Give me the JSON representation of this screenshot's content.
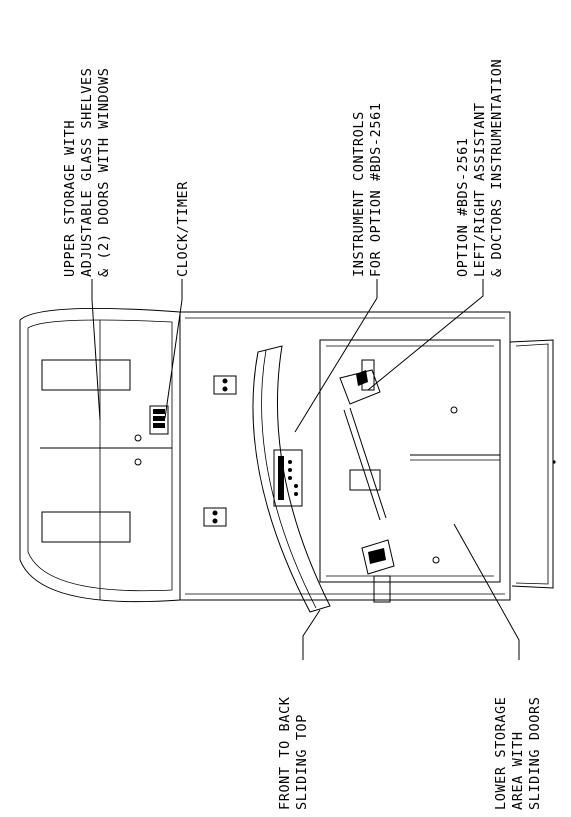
{
  "callouts": {
    "upper_storage": [
      "UPPER STORAGE WITH",
      "ADJUSTABLE GLASS SHELVES",
      "& (2) DOORS WITH WINDOWS"
    ],
    "clock_timer": [
      "CLOCK/TIMER"
    ],
    "instrument_controls": [
      "INSTRUMENT CONTROLS",
      "FOR OPTION #BDS-2561"
    ],
    "option_bds": [
      "OPTION #BDS-2561",
      "LEFT/RIGHT ASSISTANT",
      "& DOCTORS INSTRUMENTATION"
    ],
    "lower_storage": [
      "LOWER STORAGE",
      "AREA WITH",
      "SLIDING DOORS"
    ],
    "sliding_top": [
      "FRONT TO BACK",
      "SLIDING TOP"
    ]
  }
}
